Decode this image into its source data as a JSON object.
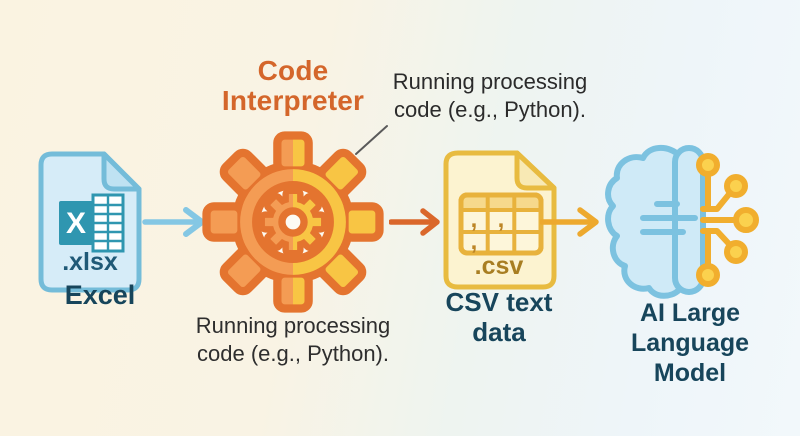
{
  "diagram": {
    "excel": {
      "logo_letter": "X",
      "extension": ".xlsx",
      "label": "Excel"
    },
    "code_interpreter": {
      "title": [
        "Code",
        "Interpreter"
      ],
      "caption": [
        "Running processing",
        "code (e.g., Python)."
      ]
    },
    "annotation": {
      "text": [
        "Running processing",
        "code (e.g., Python)."
      ]
    },
    "csv": {
      "extension": ".csv",
      "comma": ",",
      "label": [
        "CSV text",
        "data"
      ]
    },
    "ai": {
      "label": [
        "AI Large",
        "Language",
        "Model"
      ]
    }
  },
  "colors": {
    "title_orange": "#d4662b",
    "gear_outline": "#e4742f",
    "gear_left_fill": "#f49c54",
    "gear_right_fill": "#f8c544",
    "blue_arrow": "#84c7e4",
    "orange_arrow": "#da672b",
    "yellow_arrow": "#eda92e",
    "excel_border": "#74bcd9",
    "excel_fill": "#d6ecf8",
    "excel_logo_teal": "#2f96b0",
    "csv_border": "#e8bb40",
    "csv_fill": "#fcf3d0",
    "brain_blue": "#7cc2e0",
    "brain_fill": "#cfeaf7",
    "circuit_yellow": "#f1ae2e",
    "dark_label": "#17455b"
  }
}
